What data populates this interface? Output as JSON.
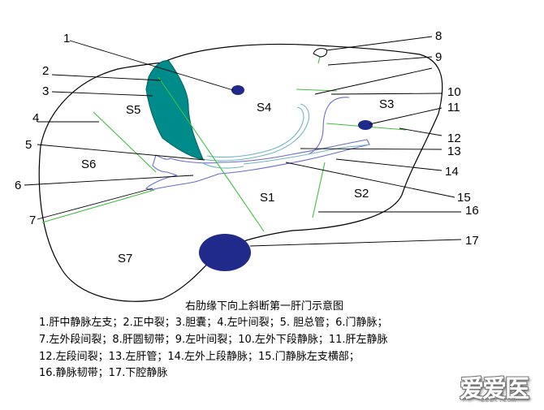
{
  "labels": [
    "1",
    "2",
    "3",
    "4",
    "5",
    "6",
    "7",
    "8",
    "9",
    "10",
    "11",
    "12",
    "13",
    "14",
    "15",
    "16",
    "17"
  ],
  "segments": [
    "S1",
    "S2",
    "S3",
    "S4",
    "S5",
    "S6",
    "S7"
  ],
  "caption": {
    "title": "右肋缘下向上斜断第一肝门示意图",
    "legend": [
      "1.肝中静脉左支；2.正中裂；3.胆囊；4.左叶间裂；5. 胆总管；6.门静脉；",
      "7.左外段间裂；8.肝圆韧带；9.左叶间裂；10.左外下段静脉；11.肝左静脉",
      "12.左段间裂；13.左肝管；14.左外上段静脉；15.门静脉左支横部；",
      "16.静脉韧带；17.下腔静脉"
    ]
  },
  "watermark": {
    "text": "爱爱医",
    "sub": "izzl.com"
  },
  "colors": {
    "outline": "#000000",
    "fissure": "#3fbf3f",
    "gallbladder": "#008b8b",
    "vein": "#1f2a8a",
    "duct": "#6fb5c8",
    "portal": "#6a6acc"
  }
}
